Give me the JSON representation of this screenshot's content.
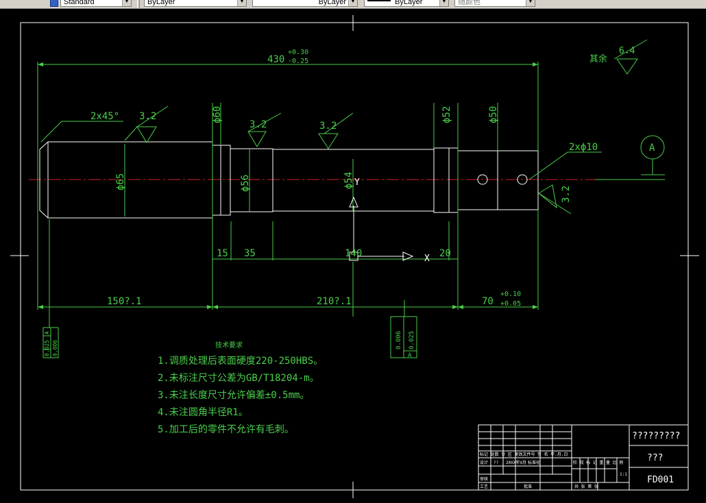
{
  "toolbar": {
    "text_style": "Standard",
    "layer_color": "ByLayer",
    "linetype": "ByLayer",
    "lineweight": "ByLayer",
    "plot_style": "随颜色"
  },
  "drawing": {
    "overall_length": "430",
    "overall_tol_upper": "+0.30",
    "overall_tol_lower": "-0.25",
    "roughness_other": "6.4",
    "roughness_other_label": "其余",
    "chamfer": "2x45°",
    "roughness_1": "3.2",
    "roughness_2": "3.2",
    "roughness_3": "3.2",
    "roughness_4": "3.2",
    "dia_60": "ϕ60",
    "dia_52": "ϕ52",
    "dia_50": "ϕ50",
    "dia_65": "ϕ65",
    "dia_56": "ϕ56",
    "dia_54": "ϕ54",
    "hole_note": "2xϕ10",
    "datum": "A",
    "dim_15": "15",
    "dim_35": "35",
    "dim_140": "140",
    "dim_20": "20",
    "dim_150": "150?.1",
    "dim_210": "210?.1",
    "dim_70": "70",
    "dim_70_upper": "+0.10",
    "dim_70_lower": "+0.05",
    "tol_left_1": "0.025",
    "tol_left_2": "0.006",
    "tol_left_datum": "A",
    "tol_mid_1": "0.006",
    "tol_mid_2": "0.025",
    "tol_mid_datum": "A",
    "ucs_y": "Y",
    "ucs_x": "X"
  },
  "notes": {
    "title": "技术要求",
    "items": [
      "1.调质处理后表面硬度220-250HBS。",
      "2.未标注尺寸公差为GB/T18204-m。",
      "3.未注长度尺寸允许偏差±0.5mm。",
      "4.未注圆角半径R1。",
      "5.加工后的零件不允许有毛刺。"
    ]
  },
  "title_block": {
    "row_header": "标记 处数 分 区 更改文件号 签 名 年.月.日",
    "design": "设计",
    "design_name": "??",
    "design_date": "20XX年X月",
    "standardize": "标准化",
    "review": "审核",
    "process": "工艺",
    "approve": "批准",
    "stage_labels": "阶 段 标 记  重 量  比 例",
    "scale": "1:1",
    "sheet_info": "共    张  第    张",
    "company": "?????????",
    "part_name": "???",
    "drawing_no": "FD001"
  }
}
